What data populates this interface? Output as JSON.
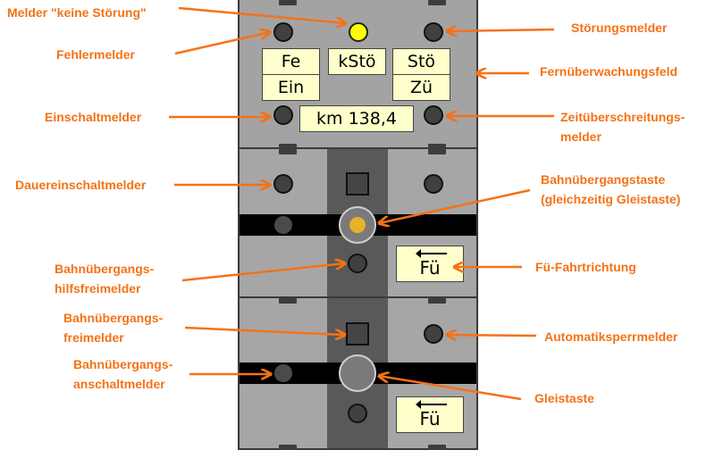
{
  "panel": {
    "fernueberwachung": {
      "labels": {
        "fe": "Fe",
        "ein": "Ein",
        "kstoe": "kStö",
        "stoe": "Stö",
        "zue": "Zü",
        "km": "km 138,4"
      },
      "lamps": {
        "fehlermelder": "off",
        "keine_stoerung": "on-yellow",
        "stoerungsmelder": "off",
        "einschaltmelder": "off",
        "zeitueberschreitungsmelder": "off"
      }
    },
    "section2": {
      "fue_label": "Fü",
      "bahnuebergangstaste_state": "lit-yellow"
    },
    "section3": {
      "fue_label": "Fü"
    }
  },
  "annotations": {
    "melder_keine_stoerung": "Melder \"keine Störung\"",
    "fehlermelder": "Fehlermelder",
    "einschaltmelder": "Einschaltmelder",
    "dauereinschaltmelder": "Dauereinschaltmelder",
    "bue_hilfsfreimelder_1": "Bahnübergangs-",
    "bue_hilfsfreimelder_2": "hilfsfreimelder",
    "bue_freimelder_1": "Bahnübergangs-",
    "bue_freimelder_2": "freimelder",
    "bue_anschaltmelder_1": "Bahnübergangs-",
    "bue_anschaltmelder_2": "anschaltmelder",
    "stoerungsmelder": "Störungsmelder",
    "fernueberwachungsfeld": "Fernüberwachungsfeld",
    "zeitueberschreitung_1": "Zeitüberschreitungs-",
    "zeitueberschreitung_2": "melder",
    "bue_taste_1": "Bahnübergangstaste",
    "bue_taste_2": "(gleichzeitig Gleistaste)",
    "fue_fahrtrichtung": "Fü-Fahrtrichtung",
    "automatiksperrmelder": "Automatiksperrmelder",
    "gleistaste": "Gleistaste"
  },
  "colors": {
    "annotation": "#f47216",
    "label_bg": "#ffffcc",
    "lamp_yellow": "#ffff00",
    "button_core": "#e8b12a"
  }
}
